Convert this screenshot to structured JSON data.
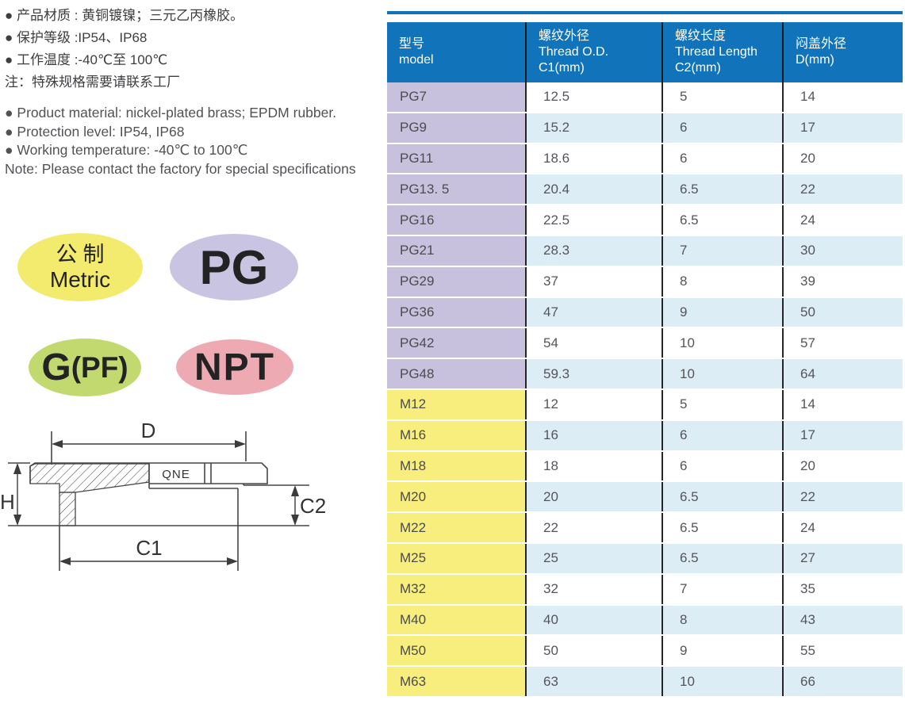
{
  "info": {
    "zh_lines": [
      "● 产品材质 : 黄铜镀镍；三元乙丙橡胶。",
      "● 保护等级 :IP54、IP68",
      "● 工作温度 :-40℃至 100℃",
      "注：特殊规格需要请联系工厂"
    ],
    "en_lines": [
      "● Product material: nickel-plated brass; EPDM rubber.",
      "● Protection level: IP54, IP68",
      "● Working temperature: -40℃ to 100℃",
      "Note: Please contact the factory for special specifications"
    ]
  },
  "badges": {
    "metric": {
      "zh": "公制",
      "en": "Metric",
      "bg": "#f3eb6e"
    },
    "pg": {
      "label": "PG",
      "bg": "#c8c4e2"
    },
    "gpf": {
      "label": "G",
      "sub": "(PF)",
      "bg": "#c2d96f"
    },
    "npt": {
      "label": "NPT",
      "bg": "#eeaab3"
    }
  },
  "diagram": {
    "dim_d": "D",
    "dim_h": "H",
    "dim_c1": "C1",
    "dim_c2": "C2",
    "brand": "QNE"
  },
  "table": {
    "headers": [
      {
        "zh": "型号",
        "en": "model"
      },
      {
        "zh": "螺纹外径",
        "en": "Thread O.D.",
        "unit": "C1(mm)"
      },
      {
        "zh": "螺纹长度",
        "en": "Thread Length",
        "unit": "C2(mm)"
      },
      {
        "zh": "闷盖外径",
        "unit": "D(mm)"
      }
    ],
    "rows": [
      {
        "model": "PG7",
        "c1": "12.5",
        "c2": "5",
        "d": "14",
        "group": "pg"
      },
      {
        "model": "PG9",
        "c1": "15.2",
        "c2": "6",
        "d": "17",
        "group": "pg"
      },
      {
        "model": "PG11",
        "c1": "18.6",
        "c2": "6",
        "d": "20",
        "group": "pg"
      },
      {
        "model": "PG13. 5",
        "c1": "20.4",
        "c2": "6.5",
        "d": "22",
        "group": "pg"
      },
      {
        "model": "PG16",
        "c1": "22.5",
        "c2": "6.5",
        "d": "24",
        "group": "pg"
      },
      {
        "model": "PG21",
        "c1": "28.3",
        "c2": "7",
        "d": "30",
        "group": "pg"
      },
      {
        "model": "PG29",
        "c1": "37",
        "c2": "8",
        "d": "39",
        "group": "pg"
      },
      {
        "model": "PG36",
        "c1": "47",
        "c2": "9",
        "d": "50",
        "group": "pg"
      },
      {
        "model": "PG42",
        "c1": "54",
        "c2": "10",
        "d": "57",
        "group": "pg"
      },
      {
        "model": "PG48",
        "c1": "59.3",
        "c2": "10",
        "d": "64",
        "group": "pg"
      },
      {
        "model": "M12",
        "c1": "12",
        "c2": "5",
        "d": "14",
        "group": "m"
      },
      {
        "model": "M16",
        "c1": "16",
        "c2": "6",
        "d": "17",
        "group": "m"
      },
      {
        "model": "M18",
        "c1": "18",
        "c2": "6",
        "d": "20",
        "group": "m"
      },
      {
        "model": "M20",
        "c1": "20",
        "c2": "6.5",
        "d": "22",
        "group": "m"
      },
      {
        "model": "M22",
        "c1": "22",
        "c2": "6.5",
        "d": "24",
        "group": "m"
      },
      {
        "model": "M25",
        "c1": "25",
        "c2": "6.5",
        "d": "27",
        "group": "m"
      },
      {
        "model": "M32",
        "c1": "32",
        "c2": "7",
        "d": "35",
        "group": "m"
      },
      {
        "model": "M40",
        "c1": "40",
        "c2": "8",
        "d": "43",
        "group": "m"
      },
      {
        "model": "M50",
        "c1": "50",
        "c2": "9",
        "d": "55",
        "group": "m"
      },
      {
        "model": "M63",
        "c1": "63",
        "c2": "10",
        "d": "66",
        "group": "m"
      }
    ],
    "colors": {
      "header_bg": "#1173b9",
      "pg_model_bg": "#c8c1de",
      "m_model_bg": "#f8ee7d",
      "alt_row_bg": "#ddedf6",
      "row_bg": "#ffffff",
      "divider": "#1c1c1c"
    }
  }
}
